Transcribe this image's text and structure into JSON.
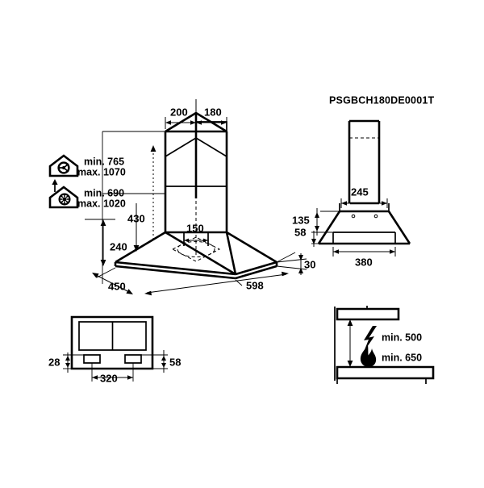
{
  "document": {
    "type": "technical-dimension-drawing",
    "subject": "chimney cooker hood",
    "background_color": "#ffffff",
    "line_color": "#000000",
    "part_number": "PSGBCH180DE0001T"
  },
  "clearances": {
    "electric": {
      "icon": "house-with-electric-hob-icon",
      "min_label": "min. 765",
      "max_label": "max. 1070"
    },
    "gas": {
      "icon": "house-with-gas-burner-icon",
      "min_label": "min. 690",
      "max_label": "max. 1020"
    }
  },
  "views": {
    "isometric": {
      "name": "isometric-hood-view",
      "dimensions": {
        "chimney_depth": "200",
        "chimney_offset": "180",
        "duct_diameter": "150",
        "chimney_height": "430",
        "canopy_height": "240",
        "hood_depth": "450",
        "hood_width": "598",
        "edge_thickness": "30"
      }
    },
    "front": {
      "name": "front-elevation-view",
      "dimensions": {
        "chimney_width": "245",
        "canopy_slope_height": "135",
        "rim_height": "58",
        "canopy_base_width": "380"
      }
    },
    "bottom": {
      "name": "bottom-plan-view",
      "dimensions": {
        "bracket_inset": "28",
        "bracket_spacing": "320",
        "body_depth": "58"
      }
    },
    "installation": {
      "name": "installation-clearance-view",
      "rows": [
        {
          "icon": "lightning-bolt-icon",
          "label": "min. 500",
          "meaning": "electric hob minimum distance"
        },
        {
          "icon": "flame-icon",
          "label": "min. 650",
          "meaning": "gas hob minimum distance"
        }
      ]
    }
  }
}
